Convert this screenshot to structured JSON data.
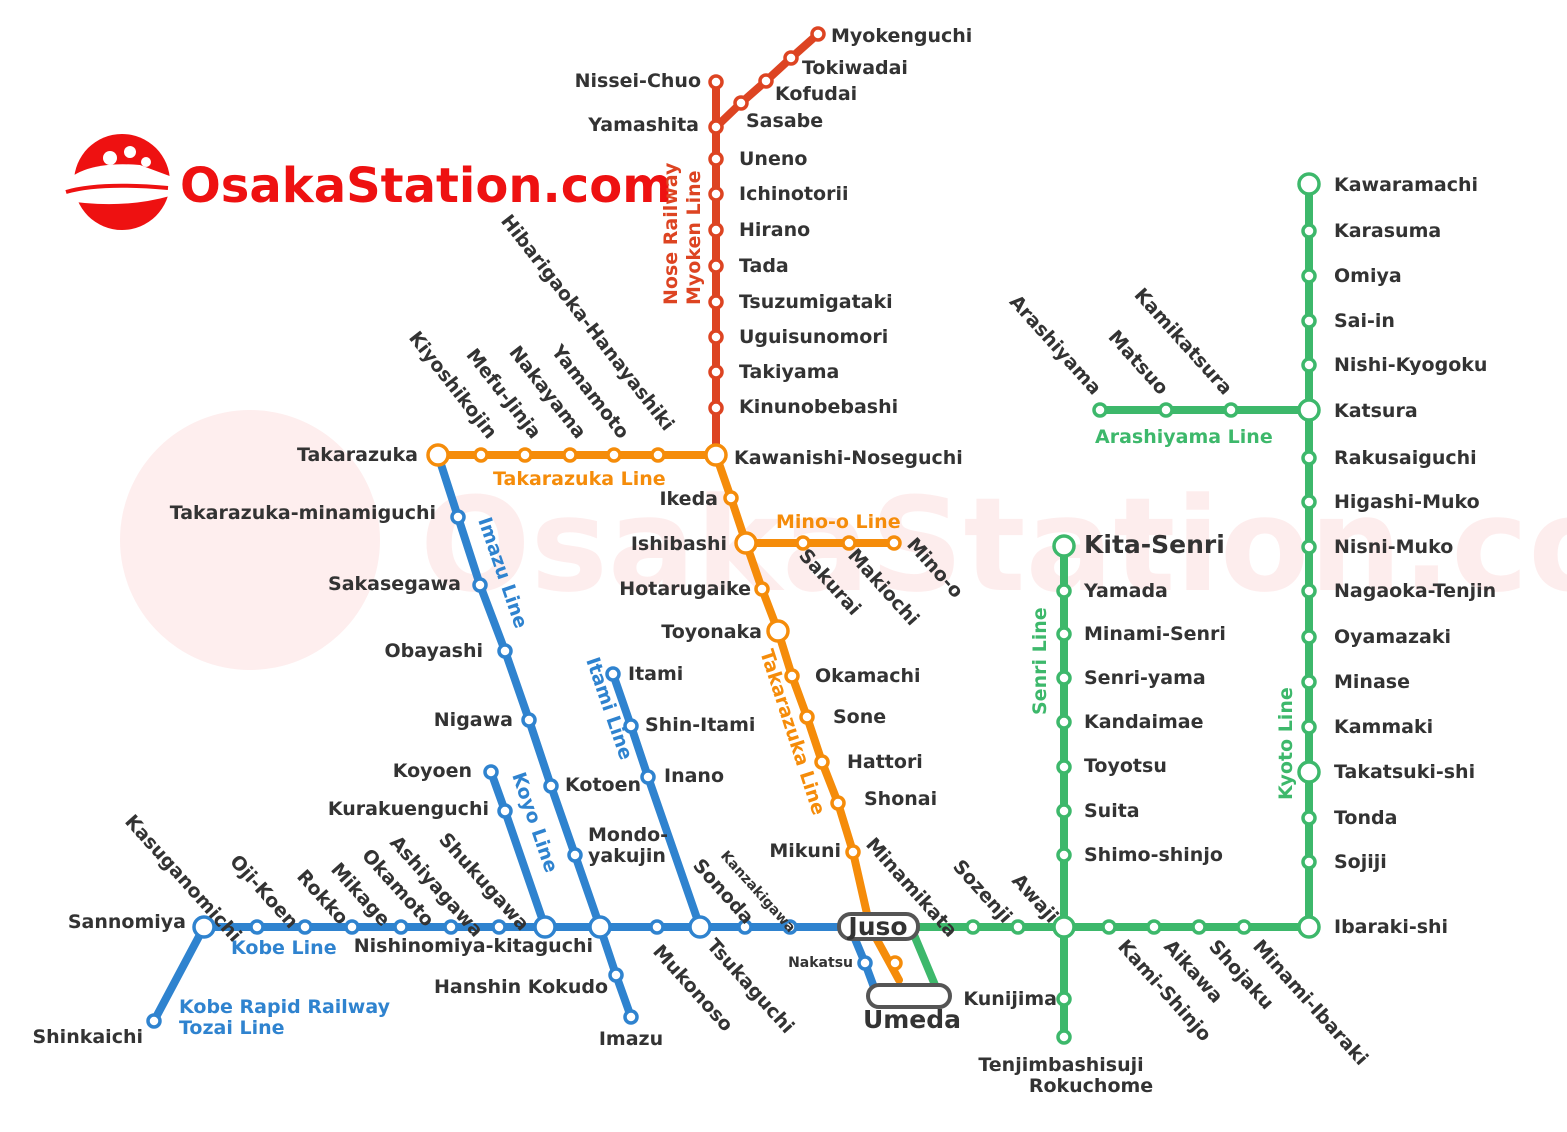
{
  "brand": {
    "name": "OsakaStation.com",
    "color": "#ee1111",
    "watermark": "OsakaStation.com",
    "logo_icon": "shinkansen-cherry-blossom-icon"
  },
  "colors": {
    "myoken": "#dd4422",
    "takarazuka": "#f58c0a",
    "kobe": "#2f83cf",
    "kyoto": "#3db86b",
    "station_text": "#333333",
    "terminal_outline": "#555555"
  },
  "lines": {
    "myoken": "Nose Railway",
    "myoken2": "Myoken Line",
    "takarazuka_h": "Takarazuka Line",
    "takarazuka_v": "Takarazuka Line",
    "minoo": "Mino-o Line",
    "imazu": "Imazu Line",
    "itami": "Itami Line",
    "koyo": "Koyo Line",
    "kobe": "Kobe Line",
    "kobe_rapid1": "Kobe Rapid Railway",
    "kobe_rapid2": "Tozai Line",
    "senri": "Senri Line",
    "kyoto": "Kyoto Line",
    "arashiyama": "Arashiyama Line"
  },
  "stations": {
    "myokenguchi": "Myokenguchi",
    "tokiwadai": "Tokiwadai",
    "kofudai": "Kofudai",
    "sasabe": "Sasabe",
    "nissei_chuo": "Nissei-Chuo",
    "yamashita": "Yamashita",
    "uneno": "Uneno",
    "ichinotorii": "Ichinotorii",
    "hirano": "Hirano",
    "tada": "Tada",
    "tsuzumigataki": "Tsuzumigataki",
    "uguisunomori": "Uguisunomori",
    "takiyama": "Takiyama",
    "kinunobebashi": "Kinunobebashi",
    "kawanishi_noseguchi": "Kawanishi-Noseguchi",
    "ikeda": "Ikeda",
    "ishibashi": "Ishibashi",
    "sakurai": "Sakurai",
    "makiochi": "Makiochi",
    "minoo": "Mino-o",
    "hotarugaike": "Hotarugaike",
    "toyonaka": "Toyonaka",
    "okamachi": "Okamachi",
    "sone": "Sone",
    "hattori": "Hattori",
    "shonai": "Shonai",
    "mikuni": "Mikuni",
    "takarazuka": "Takarazuka",
    "kiyoshikojin": "Kiyoshikojin",
    "mefu_jinja": "Mefu-Jinja",
    "nakayama": "Nakayama",
    "yamamoto": "Yamamoto",
    "hibarigaoka": "Hibarigaoka-Hanayashiki",
    "takarazuka_minamiguchi": "Takarazuka-minamiguchi",
    "sakasegawa": "Sakasegawa",
    "obayashi": "Obayashi",
    "nigawa": "Nigawa",
    "kotoen": "Kotoen",
    "mondo": "Mondo-",
    "mondo2": "yakujin",
    "itami": "Itami",
    "shin_itami": "Shin-Itami",
    "inano": "Inano",
    "koyoen": "Koyoen",
    "kurakuenguchi": "Kurakuenguchi",
    "kasuganomichi": "Kasuganomichi",
    "sannomiya": "Sannomiya",
    "shinkaichi": "Shinkaichi",
    "oji_koen": "Oji-Koen",
    "rokko": "Rokko",
    "mikage": "Mikage",
    "okamoto": "Okamoto",
    "ashiyagawa": "Ashiyagawa",
    "shukugawa": "Shukugawa",
    "nishinomiya_kitaguchi": "Nishinomiya-kitaguchi",
    "hanshin_kokudo": "Hanshin Kokudo",
    "imazu": "Imazu",
    "mukonoso": "Mukonoso",
    "tsukaguchi": "Tsukaguchi",
    "sonoda": "Sonoda",
    "kanzakigawa": "Kanzakigawa",
    "juso": "Juso",
    "nakatsu": "Nakatsu",
    "umeda": "Umeda",
    "minamikata": "Minamikata",
    "sozenji": "Sozenji",
    "awaji": "Awaji",
    "kami_shinjo": "Kami-Shinjo",
    "aikawa": "Aikawa",
    "shojaku": "Shojaku",
    "minami_ibaraki": "Minami-Ibaraki",
    "ibaraki_shi": "Ibaraki-shi",
    "kunijima": "Kunijima",
    "tenjimbashisuji1": "Tenjimbashisuji",
    "tenjimbashisuji2": "Rokuchome",
    "kita_senri": "Kita-Senri",
    "yamada": "Yamada",
    "minami_senri": "Minami-Senri",
    "senri_yama": "Senri-yama",
    "kandaimae": "Kandaimae",
    "toyotsu": "Toyotsu",
    "suita": "Suita",
    "shimo_shinjo": "Shimo-shinjo",
    "kawaramachi": "Kawaramachi",
    "karasuma": "Karasuma",
    "omiya": "Omiya",
    "sai_in": "Sai-in",
    "nishi_kyogoku": "Nishi-Kyogoku",
    "katsura": "Katsura",
    "rakusaiguchi": "Rakusaiguchi",
    "higashi_muko": "Higashi-Muko",
    "nisni_muko": "Nisni-Muko",
    "nagaoka_tenjin": "Nagaoka-Tenjin",
    "oyamazaki": "Oyamazaki",
    "minase": "Minase",
    "kammaki": "Kammaki",
    "takatsuki_shi": "Takatsuki-shi",
    "tonda": "Tonda",
    "sojiji": "Sojiji",
    "arashiyama": "Arashiyama",
    "matsuo": "Matsuo",
    "kamikatsura": "Kamikatsura"
  }
}
